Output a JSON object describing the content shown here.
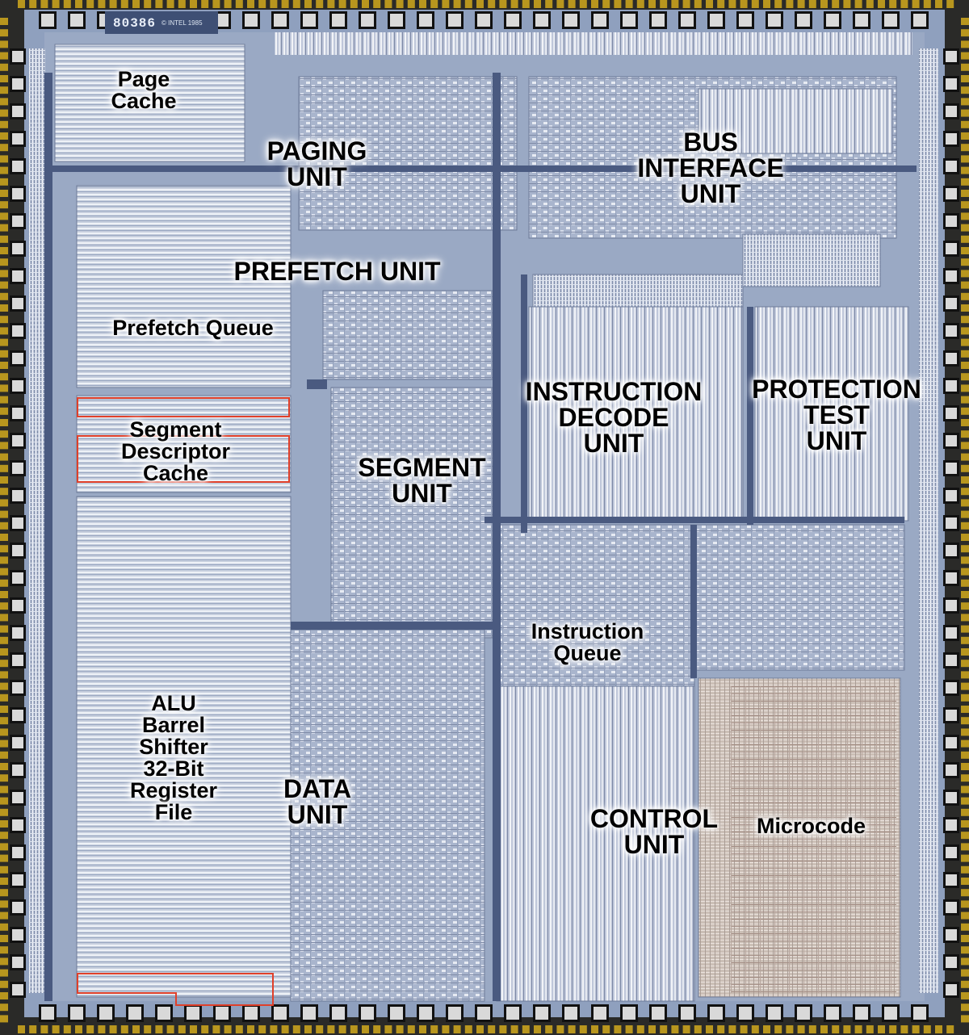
{
  "die_marking": "80386",
  "die_marking_small": "© INTEL 1985",
  "colors": {
    "die_background": "#8fa0be",
    "frame_dark": "#222",
    "bond_pad": "#d9d9d9",
    "gold_wire": "#b8961e",
    "highlight_box": "#e0402a",
    "label_text": "#000000"
  },
  "labels": {
    "page_cache": "Page\nCache",
    "paging_unit": "PAGING\nUNIT",
    "bus_interface_unit": "BUS\nINTERFACE\nUNIT",
    "prefetch_unit": "PREFETCH UNIT",
    "prefetch_queue": "Prefetch Queue",
    "segment_descriptor_cache": "Segment\nDescriptor\nCache",
    "segment_unit": "SEGMENT\nUNIT",
    "instruction_decode_unit": "INSTRUCTION\nDECODE\nUNIT",
    "protection_test_unit": "PROTECTION\nTEST\nUNIT",
    "instruction_queue": "Instruction\nQueue",
    "alu_register_file": "ALU\nBarrel\nShifter\n32-Bit\nRegister\nFile",
    "data_unit": "DATA\nUNIT",
    "control_unit": "CONTROL\nUNIT",
    "microcode": "Microcode"
  }
}
